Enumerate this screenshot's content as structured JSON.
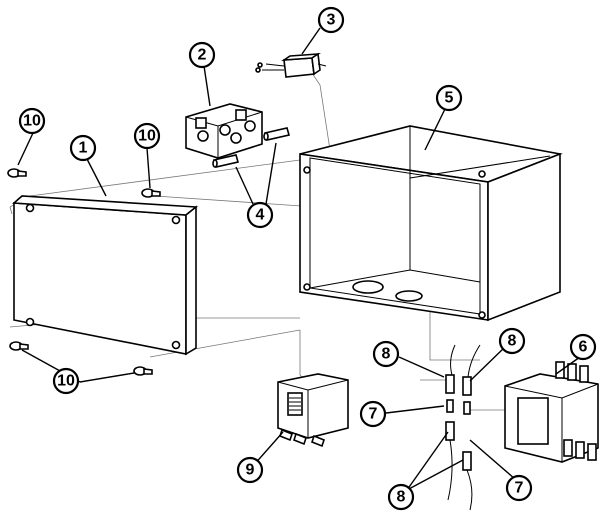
{
  "callouts": {
    "c1": "1",
    "c2": "2",
    "c3": "3",
    "c4": "4",
    "c5": "5",
    "c6": "6",
    "c7a": "7",
    "c7b": "7",
    "c8a": "8",
    "c8b": "8",
    "c8c": "8",
    "c9": "9",
    "c10a": "10",
    "c10b": "10",
    "c10c": "10"
  },
  "colors": {
    "ink": "#000000",
    "guide": "#777777",
    "background": "#ffffff"
  }
}
